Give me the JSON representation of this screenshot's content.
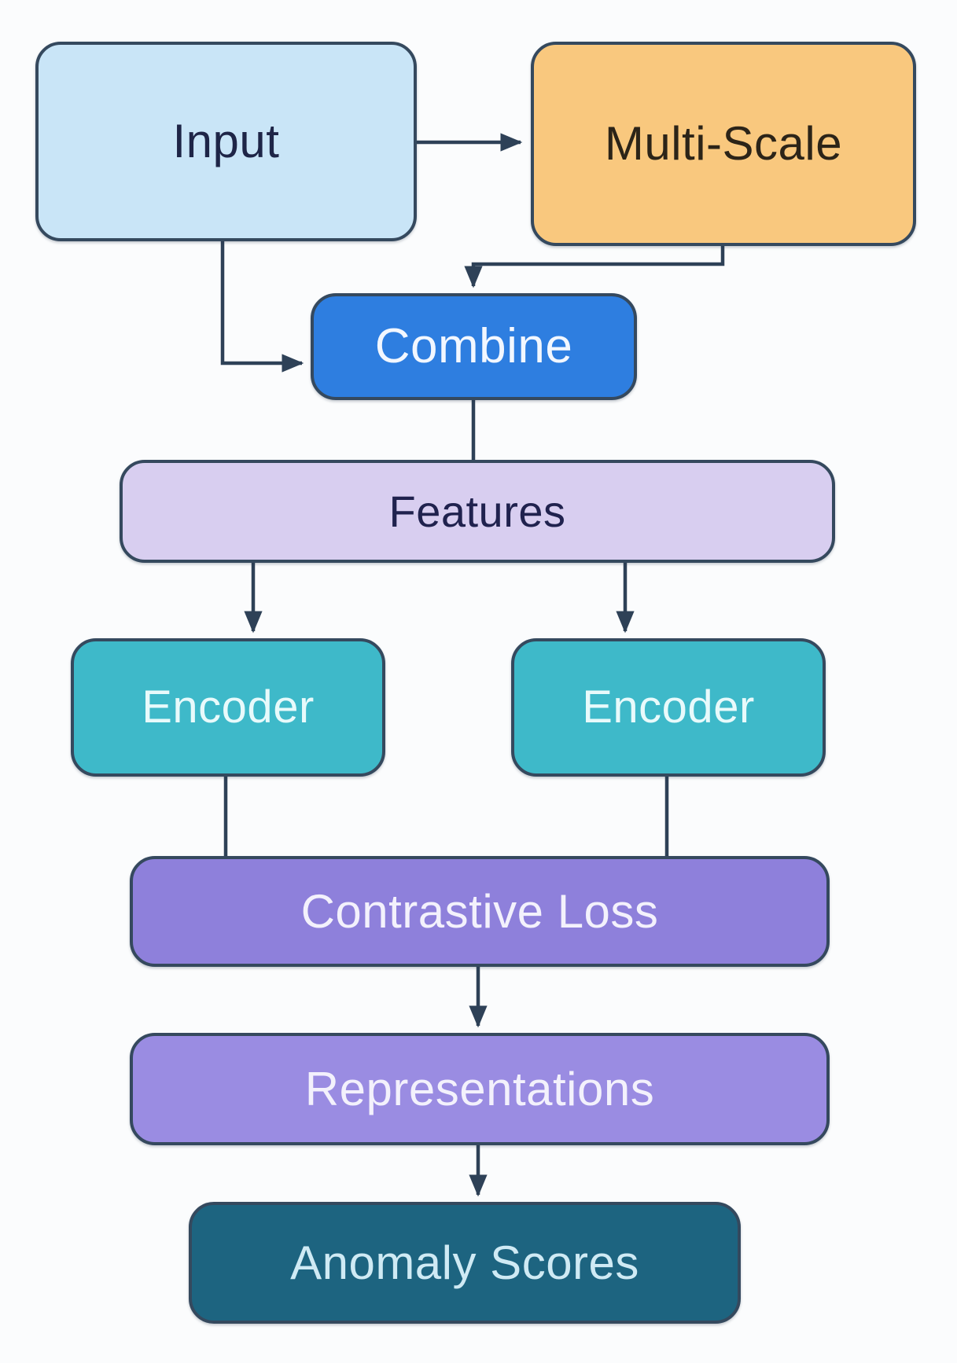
{
  "diagram": {
    "type": "flowchart",
    "background": "#FBFCFD",
    "colors": {
      "border": "#35495E",
      "connector": "#2E4157"
    },
    "nodes": [
      {
        "id": "input",
        "label": "Input",
        "fill": "#C9E5F7",
        "text_color": "#1E2547"
      },
      {
        "id": "multi-scale",
        "label": "Multi-Scale",
        "fill": "#F9C87E",
        "text_color": "#2C2418"
      },
      {
        "id": "combine",
        "label": "Combine",
        "fill": "#2E7EE0",
        "text_color": "#F2F7FF"
      },
      {
        "id": "features",
        "label": "Features",
        "fill": "#D8CEF0",
        "text_color": "#20224E"
      },
      {
        "id": "encoder-left",
        "label": "Encoder",
        "fill": "#3EB9C9",
        "text_color": "#E8FAFB"
      },
      {
        "id": "encoder-right",
        "label": "Encoder",
        "fill": "#3EB9C9",
        "text_color": "#E8FAFB"
      },
      {
        "id": "contrastive-loss",
        "label": "Contrastive Loss",
        "fill": "#8E80DB",
        "text_color": "#F3F1FC"
      },
      {
        "id": "representations",
        "label": "Representations",
        "fill": "#9A8CE2",
        "text_color": "#F3F1FC"
      },
      {
        "id": "anomaly-scores",
        "label": "Anomaly Scores",
        "fill": "#1D6480",
        "text_color": "#CFEAF4"
      }
    ],
    "edges": [
      {
        "from": "input",
        "to": "multi-scale",
        "arrowhead": true
      },
      {
        "from": "input",
        "to": "combine",
        "arrowhead": true
      },
      {
        "from": "multi-scale",
        "to": "combine",
        "arrowhead": true
      },
      {
        "from": "combine",
        "to": "features",
        "arrowhead": false
      },
      {
        "from": "features",
        "to": "encoder-left",
        "arrowhead": true
      },
      {
        "from": "features",
        "to": "encoder-right",
        "arrowhead": true
      },
      {
        "from": "encoder-left",
        "to": "contrastive-loss",
        "arrowhead": false
      },
      {
        "from": "encoder-right",
        "to": "contrastive-loss",
        "arrowhead": false
      },
      {
        "from": "contrastive-loss",
        "to": "representations",
        "arrowhead": true
      },
      {
        "from": "representations",
        "to": "anomaly-scores",
        "arrowhead": true
      }
    ]
  }
}
